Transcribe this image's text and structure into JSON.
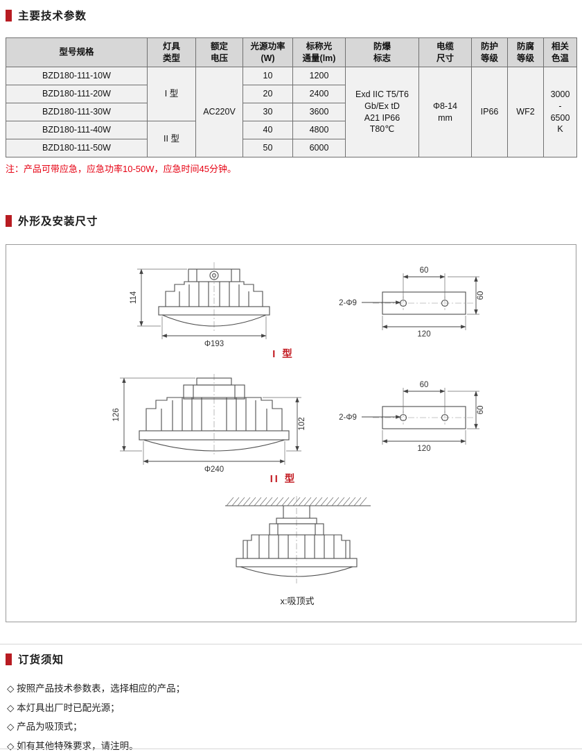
{
  "sections": {
    "tech": {
      "title": "主要技术参数"
    },
    "outline": {
      "title": "外形及安装尺寸"
    },
    "ordering": {
      "title": "订货须知"
    }
  },
  "table": {
    "headers": [
      "型号规格",
      "灯具\n类型",
      "额定\n电压",
      "光源功率\n(W)",
      "标称光\n通量(lm)",
      "防爆\n标志",
      "电缆\n尺寸",
      "防护\n等级",
      "防腐\n等级",
      "相关\n色温"
    ],
    "rows": [
      {
        "model": "BZD180-111-10W",
        "power": "10",
        "flux": "1200"
      },
      {
        "model": "BZD180-111-20W",
        "power": "20",
        "flux": "2400"
      },
      {
        "model": "BZD180-111-30W",
        "power": "30",
        "flux": "3600"
      },
      {
        "model": "BZD180-111-40W",
        "power": "40",
        "flux": "4800"
      },
      {
        "model": "BZD180-111-50W",
        "power": "50",
        "flux": "6000"
      }
    ],
    "lamp_type_1": "I 型",
    "lamp_type_2": "II 型",
    "voltage": "AC220V",
    "ex_mark": "Exd IIC T5/T6\nGb/Ex tD\nA21 IP66\nT80℃",
    "cable_size": "Φ8-14\nmm",
    "protection": "IP66",
    "corrosion": "WF2",
    "cct": "3000\n-\n6500\nK"
  },
  "note": "注：产品可带应急，应急功率10-50W，应急时间45分钟。",
  "drawings": {
    "type1_label": "I 型",
    "type2_label": "II 型",
    "ceiling_label": "x:吸顶式",
    "lamp1": {
      "height": "114",
      "diameter": "Φ193"
    },
    "lamp2": {
      "height": "126",
      "body_height": "102",
      "diameter": "Φ240"
    },
    "plate": {
      "hole_spacing": "60",
      "height": "60",
      "width": "120",
      "holes_label": "2-Φ9"
    }
  },
  "ordering": {
    "items": [
      "◇ 按照产品技术参数表，选择相应的产品；",
      "◇ 本灯具出厂时已配光源；",
      "◇ 产品为吸顶式；",
      "◇ 如有其他特殊要求，请注明。"
    ]
  },
  "colors": {
    "accent_red": "#b81c22",
    "note_red": "#e60012"
  }
}
